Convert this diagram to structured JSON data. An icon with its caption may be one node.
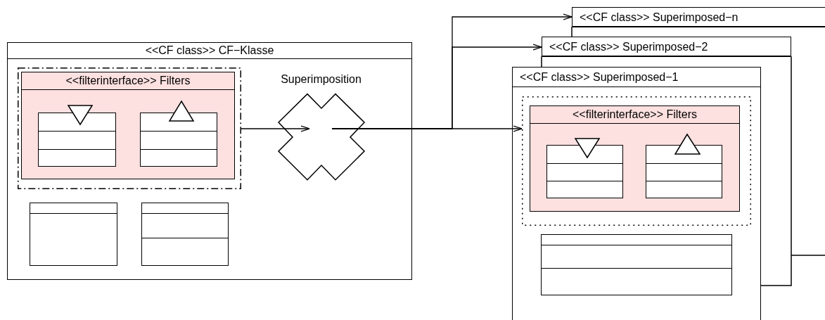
{
  "diagram": {
    "nodes": [
      {
        "text": [
          "<<CF class>> CF−Klasse"
        ]
      },
      {
        "text": [],
        "shape": "box",
        "in": 0
      },
      {
        "text": [
          "<<filterinterface>> Filters"
        ],
        "in": 1
      },
      {
        "text": [],
        "shape": "box",
        "in": 2
      },
      {
        "text": [],
        "shape": "box",
        "in": 2
      },
      {
        "text": [],
        "shape": "box",
        "in": 0
      },
      {
        "text": [],
        "shape": "box",
        "in": 0
      },
      {
        "text": [
          "Superimposition"
        ],
        "in": 0
      },
      {
        "text": [
          "<<CF class>> Superimposed−n"
        ]
      },
      {
        "text": [
          "<<CF class>> Superimposed−2"
        ]
      },
      {
        "text": [
          "<<CF class>> Superimposed−1"
        ]
      },
      {
        "text": [],
        "shape": "box",
        "in": 10
      },
      {
        "text": [
          "<<filterinterface>> Filters"
        ],
        "in": 11
      },
      {
        "text": [],
        "shape": "box",
        "in": 12
      },
      {
        "text": [],
        "shape": "box",
        "in": 12
      },
      {
        "text": [],
        "shape": "box",
        "in": 10
      }
    ],
    "edges": [
      {
        "from": 1,
        "to": 7,
        "arrow": "to"
      },
      {
        "from": 7,
        "to": 11,
        "arrow": "to"
      },
      {
        "from": 7,
        "to": 9,
        "arrow": "to"
      },
      {
        "from": 7,
        "to": 8,
        "arrow": "to"
      }
    ]
  }
}
